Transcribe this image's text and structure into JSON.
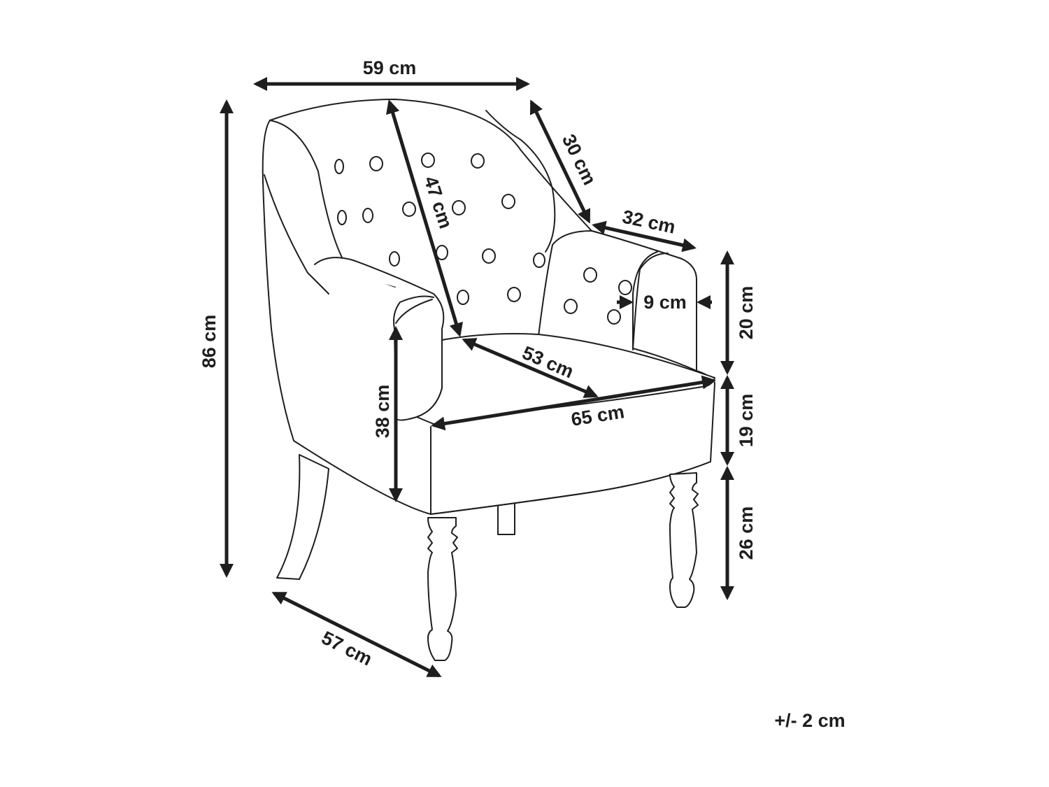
{
  "diagram": {
    "subject_icon": "armchair-line-drawing",
    "line_color": "#1e1e1e",
    "dimensions": {
      "overall_width": "59 cm",
      "overall_height": "86 cm",
      "overall_depth": "57 cm",
      "backrest_height": "47 cm",
      "armrest_length": "30 cm",
      "armrest_depth": "32 cm",
      "armrest_width": "9 cm",
      "seat_depth": "53 cm",
      "seat_width": "65 cm",
      "seat_height": "38 cm",
      "armrest_height_above_seat": "20 cm",
      "seat_thickness": "19 cm",
      "leg_height": "26 cm"
    },
    "tolerance": "+/- 2 cm"
  }
}
